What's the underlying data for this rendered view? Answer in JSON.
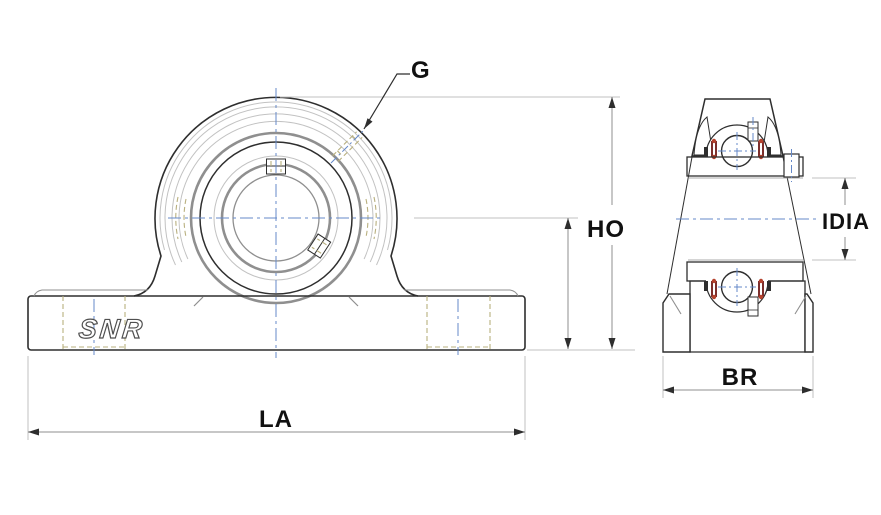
{
  "labels": {
    "grease_fitting": "G",
    "overall_height": "HO",
    "inner_diameter": "IDIA",
    "overall_length": "LA",
    "base_width": "BR"
  },
  "logo": {
    "brand": "SNR"
  },
  "colors": {
    "line_dark": "#2e2e2e",
    "line_medium": "#8f8f8f",
    "line_light": "#c2c2c2",
    "centerline_blue": "#6488c8",
    "hidden_tan": "#b9b07f",
    "seal_red": "#7c2f2c",
    "seal_red_bright": "#b5432e",
    "label_color": "#111111",
    "background": "#ffffff"
  }
}
